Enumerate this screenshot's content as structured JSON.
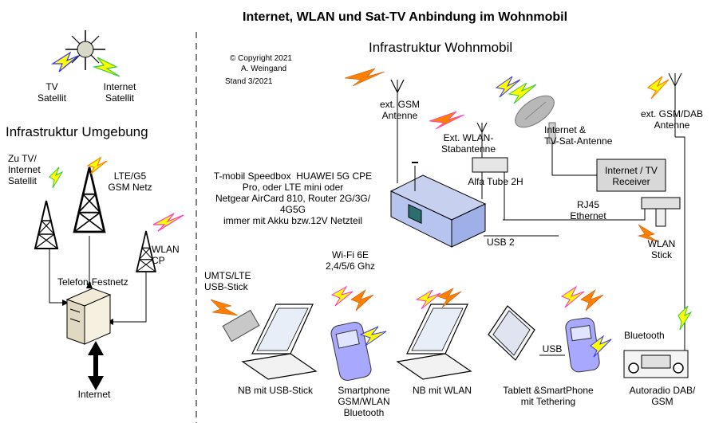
{
  "title": "Internet, WLAN und Sat-TV Anbindung im  Wohnmobil",
  "left_panel": {
    "heading": "Infrastruktur Umgebung",
    "tv_satellite": "TV\nSatellit",
    "internet_satellite": "Internet\nSatellit",
    "to_tv_internet_satellite": "Zu TV/\nInternet\nSatellit",
    "lte_gsm": "LTE/G5\nGSM Netz",
    "wlan_cp": "WLAN\nCP",
    "telefon_festnetz": "Telefon-Festnetz",
    "internet": "Internet"
  },
  "copyright": {
    "line1": "© Copyright 2021",
    "line2": "A. Weingand",
    "line3": "Stand 3/2021"
  },
  "right_panel": {
    "heading": "Infrastruktur Wohnmobil",
    "ext_gsm_antenna": "ext. GSM\nAntenne",
    "ext_wlan_antenna": "Ext. WLAN-\nStabantenne",
    "sat_antenna": "Internet &\nTV-Sat-Antenne",
    "ext_gsm_dab_antenna": "ext. GSM/DAB\nAntenne",
    "alfa_tube": "Alfa Tube 2H",
    "receiver": "Internet / TV\nReceiver",
    "rj45": "RJ45\nEthernet",
    "router_desc": "T-mobil Speedbox  HUAWEI 5G CPE\nPro, oder LTE mini oder\nNetgear AirCard 810, Router 2G/3G/\n4G5G\nimmer mit Akku bzw.12V Netzteil",
    "usb2": "USB 2",
    "wlan_stick": "WLAN\nStick",
    "wifi_6e": "Wi-Fi 6E\n2,4/5/6 Ghz",
    "umts_lte_stick": "UMTS/LTE\nUSB-Stick",
    "nb_usb_stick": "NB mit USB-Stick",
    "smartphone": "Smartphone\nGSM/WLAN\nBluetooth",
    "nb_wlan": "NB mit WLAN",
    "usb": "USB",
    "tablet_smartphone": "Tablett &SmartPhone\nmit Tethering",
    "bluetooth": "Bluetooth",
    "autoradio": "Autoradio DAB/\nGSM"
  },
  "colors": {
    "bolt_orange": "#ff8000",
    "bolt_yellow": "#ffff00",
    "bolt_green": "#33cc33",
    "bolt_magenta": "#ff33cc",
    "bolt_blue": "#3333ff",
    "router_blue": "#b8c4f0",
    "phone_blue": "#a8a8ff",
    "device_grey": "#d8d8d8"
  }
}
